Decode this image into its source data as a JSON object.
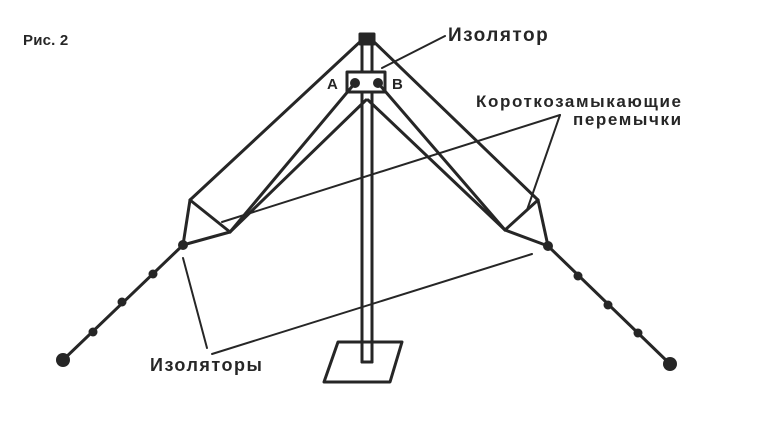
{
  "figure": {
    "label": "Рис. 2"
  },
  "labels": {
    "top_insulator": "Изолятор",
    "shorting_jumpers_line1": "Короткозамыкающие",
    "shorting_jumpers_line2": "перемычки",
    "insulators": "Изоляторы",
    "point_a": "A",
    "point_b": "B"
  },
  "colors": {
    "line": "#262626",
    "background": "#ffffff"
  },
  "components": [
    {
      "name": "mast",
      "description": "vertical double-line mast on square base plate"
    },
    {
      "name": "top-insulator",
      "description": "rectangular insulator at mast top with terminals A and B"
    },
    {
      "name": "left-folded-dipole",
      "description": "two parallel wires sloping down-left ending in shorting jumper"
    },
    {
      "name": "right-folded-dipole",
      "description": "two parallel wires sloping down-right ending in shorting jumper"
    },
    {
      "name": "left-guy-wire",
      "description": "wire with 3 insulator beads and end weight"
    },
    {
      "name": "right-guy-wire",
      "description": "wire with 3 insulator beads and end weight"
    }
  ]
}
